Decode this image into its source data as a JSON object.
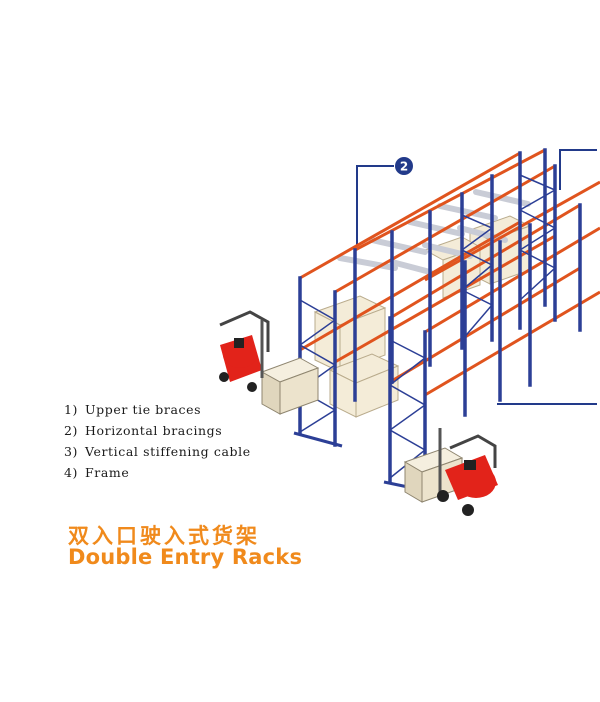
{
  "legend": {
    "items": [
      {
        "num": "1)",
        "label": "Upper tie braces"
      },
      {
        "num": "2)",
        "label": "Horizontal bracings"
      },
      {
        "num": "3)",
        "label": "Vertical stiffening cable"
      },
      {
        "num": "4)",
        "label": "Frame"
      }
    ]
  },
  "callout": {
    "label": "2"
  },
  "title": {
    "cn": "双入口驶入式货架",
    "en": "Double Entry Racks"
  },
  "colors": {
    "upright_blue": "#2c3f96",
    "beam_orange": "#e0541e",
    "title_orange": "#f08a1c",
    "forklift_red": "#e2231a",
    "callout_navy": "#223a8a"
  }
}
